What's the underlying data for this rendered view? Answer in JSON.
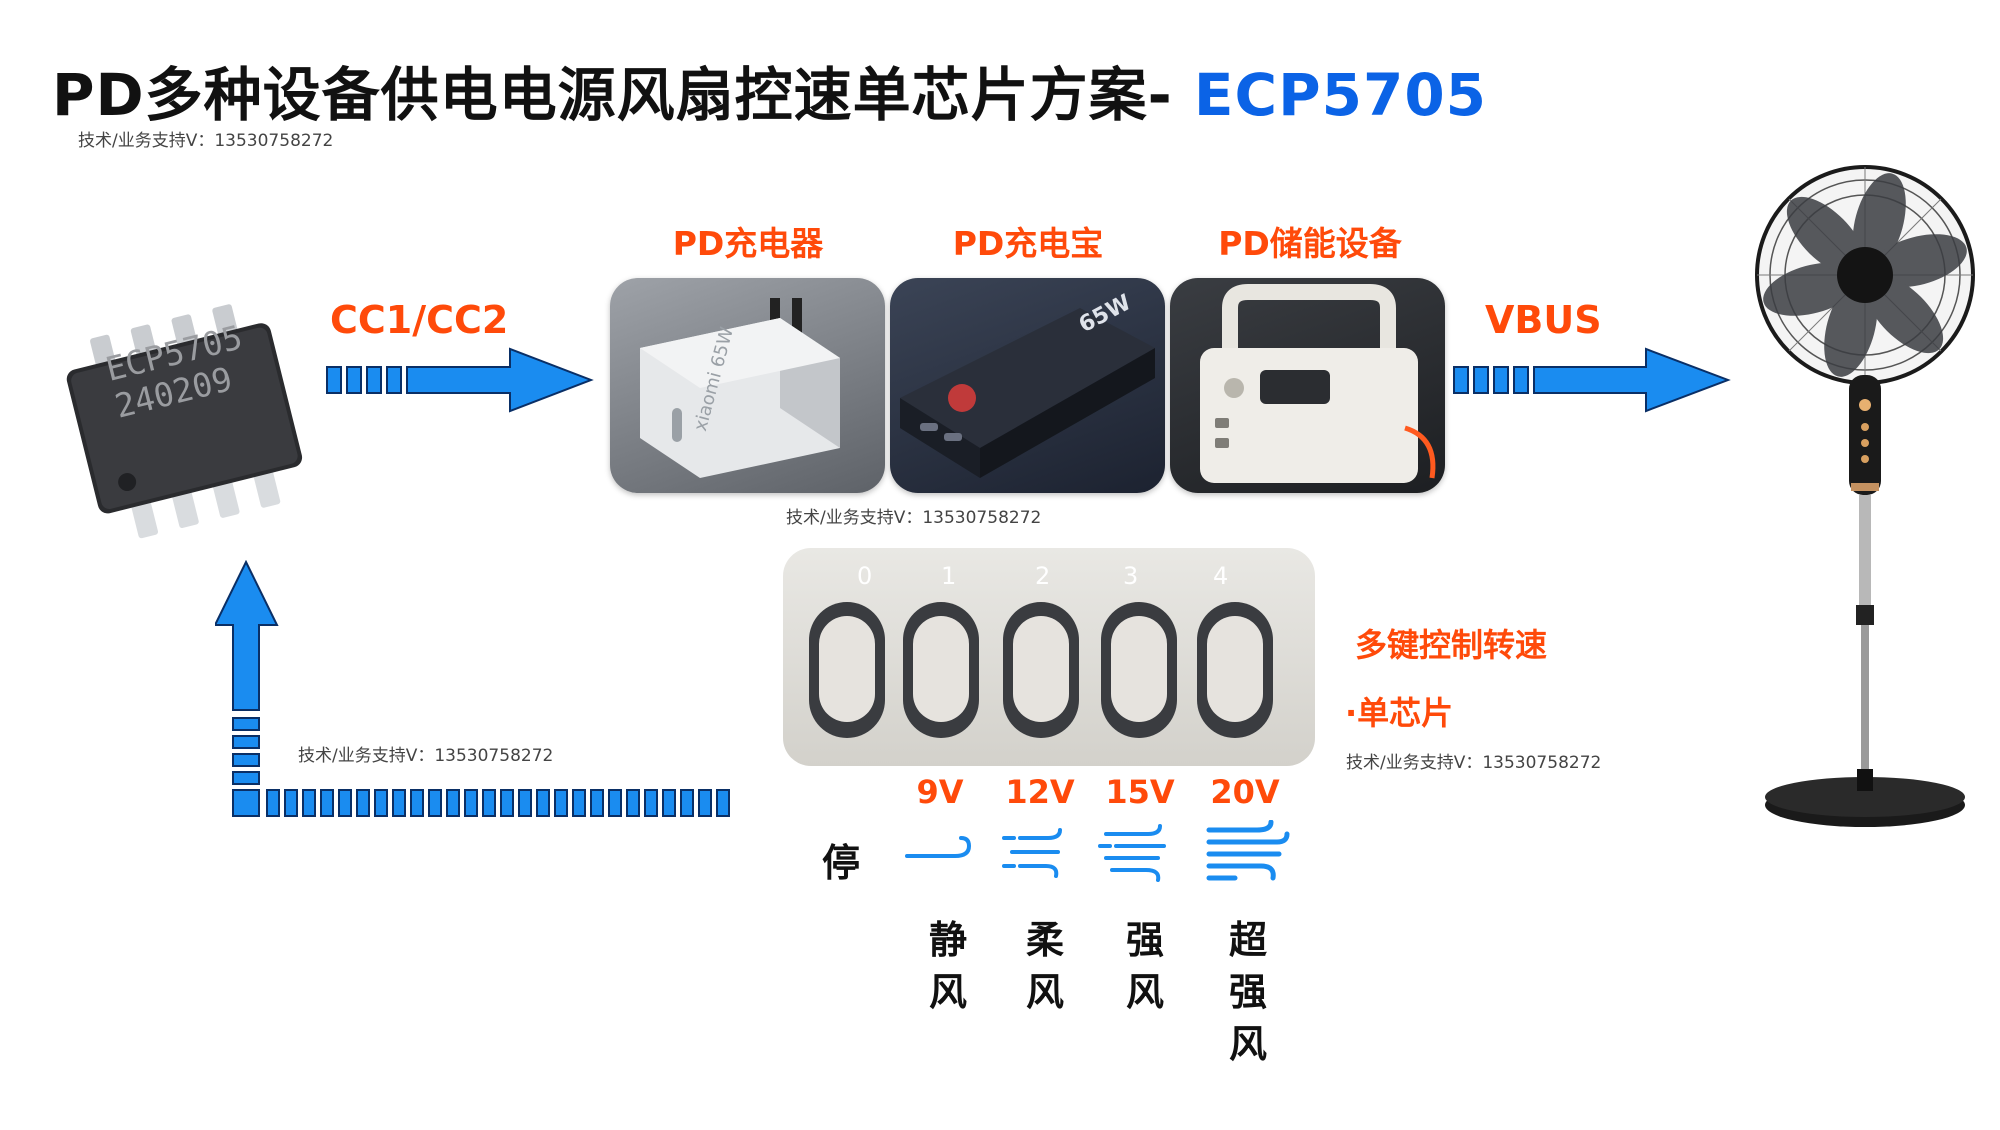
{
  "header": {
    "title_main": "PD多种设备供电电源风扇控速单芯片方案- ",
    "title_accent": "ECP5705"
  },
  "watermark": "技术/业务支持V：13530758272",
  "chip": {
    "line1": "ECP5705",
    "line2": "240209"
  },
  "arrows": {
    "cc_label": "CC1/CC2",
    "vbus_label": "VBUS"
  },
  "devices": [
    {
      "label": "PD充电器"
    },
    {
      "label": "PD充电宝"
    },
    {
      "label": "PD储能设备"
    }
  ],
  "device_texts": {
    "charger_brand": "xiaomi 65W",
    "powerbank_power": "65W"
  },
  "buttons": {
    "numbers": [
      "0",
      "1",
      "2",
      "3",
      "4"
    ]
  },
  "control_label": {
    "line1": "多键控制转速",
    "line2": "·单芯片"
  },
  "stop_label": "停",
  "speeds": [
    {
      "voltage": "9V",
      "chars": [
        "静",
        "风"
      ]
    },
    {
      "voltage": "12V",
      "chars": [
        "柔",
        "风"
      ]
    },
    {
      "voltage": "15V",
      "chars": [
        "强",
        "风"
      ]
    },
    {
      "voltage": "20V",
      "chars": [
        "超",
        "强",
        "风"
      ]
    }
  ],
  "colors": {
    "accent_blue": "#0b63e6",
    "label_red": "#ff4a0a",
    "arrow_blue": "#1a8cf0"
  }
}
